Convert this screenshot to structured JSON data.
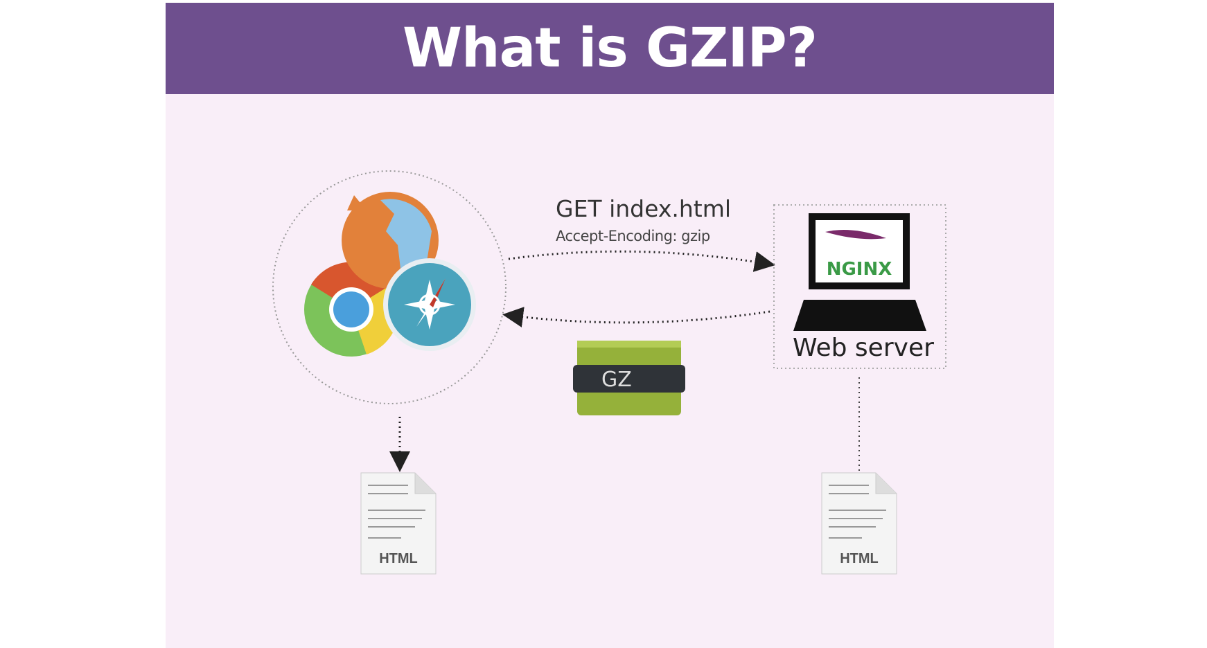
{
  "title": "What is GZIP?",
  "request": {
    "line1": "GET index.html",
    "line2": "Accept-Encoding: gzip"
  },
  "server_label": "Web server",
  "server_logos": [
    "apache-feather-logo",
    "NGINX"
  ],
  "archive_label": "GZ",
  "client_file_label": "HTML",
  "server_file_label": "HTML",
  "colors": {
    "header": "#6e4f8e",
    "background": "#f9eef8",
    "nginx": "#3a9a46",
    "gz_box": "#95b13a"
  }
}
